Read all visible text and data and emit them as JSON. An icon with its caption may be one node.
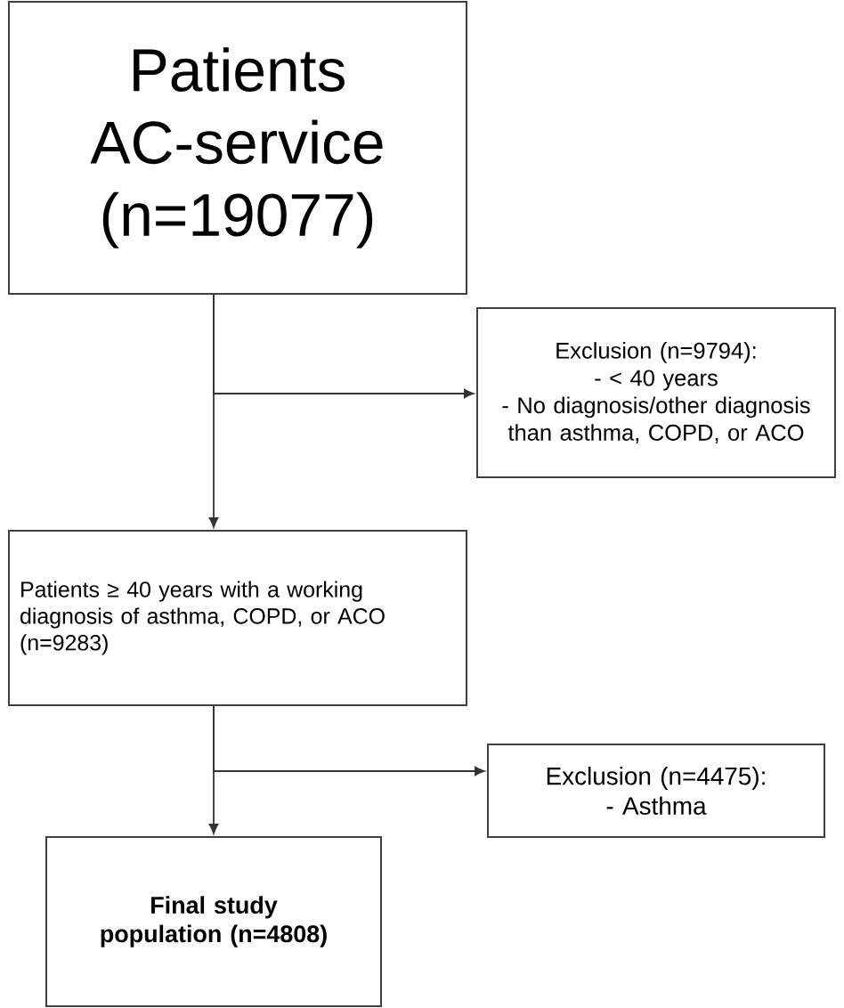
{
  "diagram": {
    "nodes": [
      {
        "text": [
          "Patients AC-service (n=19077)"
        ]
      },
      {
        "text": [
          "Exclusion (n=9794):",
          "- < 40 years",
          "- No diagnosis/other diagnosis than asthma, COPD, or ACO"
        ]
      },
      {
        "text": [
          "Patients ≥ 40 years with a working diagnosis of asthma, COPD, or ACO (n=9283)"
        ]
      },
      {
        "text": [
          "Exclusion (n=4475):",
          "- Asthma"
        ]
      },
      {
        "text": [
          "Final study population (n=4808)"
        ]
      }
    ],
    "edges": [
      {
        "from": 0,
        "to": 2,
        "arrow": "to"
      },
      {
        "from": 0,
        "to": 1,
        "arrow": "to"
      },
      {
        "from": 2,
        "to": 4,
        "arrow": "to"
      },
      {
        "from": 2,
        "to": 3,
        "arrow": "to"
      }
    ]
  }
}
